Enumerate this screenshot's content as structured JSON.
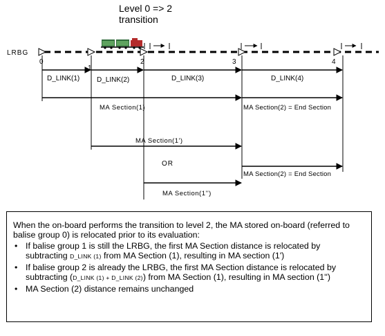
{
  "header": {
    "transition_line1": "Level 0 => 2",
    "transition_line2": "transition"
  },
  "track": {
    "start_label": "LRBG",
    "balise_numbers": [
      "0",
      "1",
      "2",
      "3",
      "4"
    ]
  },
  "dlinks": [
    "D_LINK(1)",
    "D_LINK(2)",
    "D_LINK(3)",
    "D_LINK(4)"
  ],
  "ma": {
    "section1": "MA Section(1)",
    "section2_end": "MA Section(2) = End Section",
    "section1_prime": "MA Section(1')",
    "or": "OR",
    "section2_end_b": "MA Section(2) = End Section",
    "section1_dprime": "MA Section(1'')"
  },
  "note": {
    "intro": "When the on-board performs the transition to level 2, the MA stored on-board (referred to balise group 0) is relocated prior to its evaluation:",
    "b1_pre": "If balise group 1 is still the LRBG, the first MA Section distance is relocated by subtracting ",
    "b1_small": "D_LINK (1)",
    "b1_post": " from MA Section (1), resulting in MA section (1')",
    "b2_pre": "If balise group 2 is already the LRBG, the first MA Section distance is relocated by subtracting (",
    "b2_small": "D_LINK (1) + D_LINK (2)",
    "b2_post": ") from MA Section (1), resulting in MA section (1'')",
    "b3": "MA Section (2) distance remains unchanged",
    "bullet_char": "•"
  },
  "colors": {
    "locomotive": "#b32b2b",
    "wagon_top": "#2f6b3a",
    "wagon_body": "#5fa35f"
  }
}
